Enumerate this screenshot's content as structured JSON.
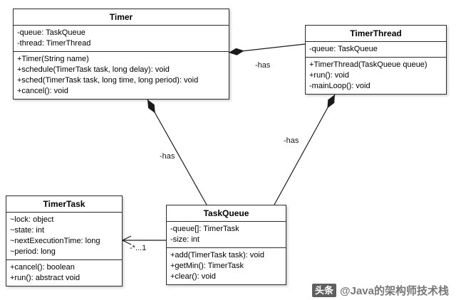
{
  "diagram": {
    "classes": {
      "timer": {
        "name": "Timer",
        "attributes": [
          "-queue: TaskQueue",
          "-thread: TimerThread"
        ],
        "methods": [
          "+Timer(String name)",
          "+schedule(TimerTask task, long delay): void",
          "+sched(TimerTask task, long time, long period): void",
          "+cancel(): void"
        ]
      },
      "timerthread": {
        "name": "TimerThread",
        "attributes": [
          "-queue: TaskQueue"
        ],
        "methods": [
          "+TimerThread(TaskQueue queue)",
          "+run(): void",
          "-mainLoop(): void"
        ]
      },
      "timertask": {
        "name": "TimerTask",
        "attributes": [
          "~lock: object",
          "~state: int",
          "~nextExecutionTime: long",
          "~period: long"
        ],
        "methods": [
          "+cancel(): boolean",
          "+run(): abstract void"
        ]
      },
      "taskqueue": {
        "name": "TaskQueue",
        "attributes": [
          "-queue[]: TimerTask",
          "-size: int"
        ],
        "methods": [
          "+add(TimerTask task): void",
          "+getMin(): TimerTask",
          "+clear(): void"
        ]
      }
    },
    "relations": {
      "timer_timerthread": {
        "label": "-has",
        "type": "composition"
      },
      "timer_taskqueue": {
        "label": "-has",
        "type": "composition"
      },
      "timerthread_taskqueue": {
        "label": "-has",
        "type": "composition"
      },
      "taskqueue_timertask": {
        "label": "-*...1",
        "type": "association"
      }
    },
    "colors": {
      "line": "#1a1a1a",
      "box_border": "#2b2b2b",
      "box_bg": "#ffffff",
      "watermark": "#777777"
    }
  },
  "watermark": {
    "badge": "头条",
    "text": "@Java的架构师技术栈"
  }
}
